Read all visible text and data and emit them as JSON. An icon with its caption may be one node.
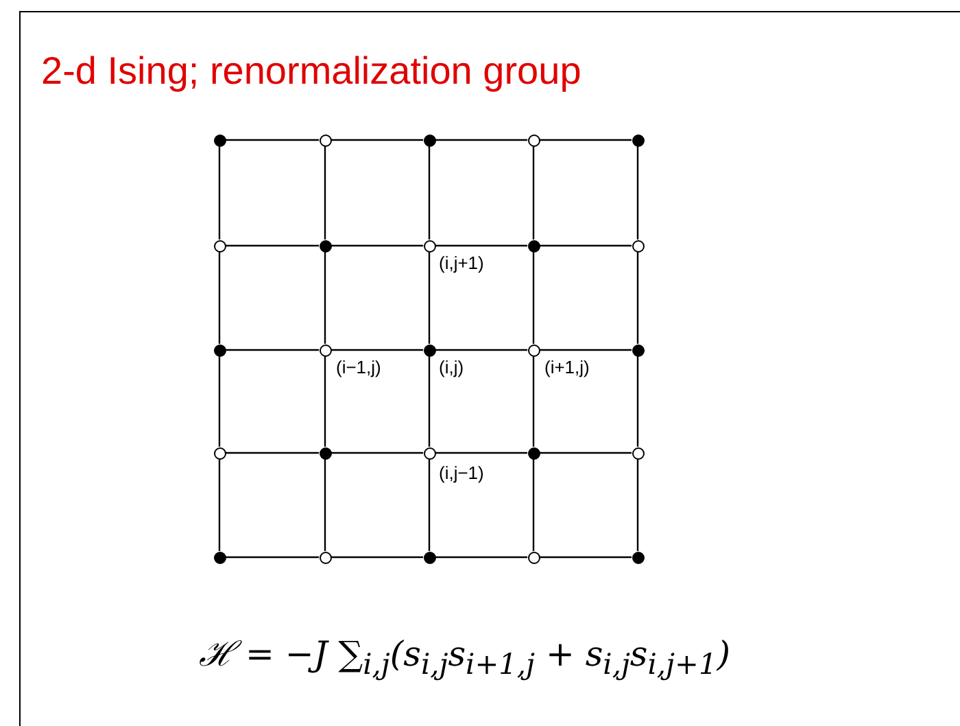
{
  "diagram": {
    "title": "2-d Ising; renormalization group",
    "nodes": [
      {
        "text": [],
        "shape": "circle"
      },
      {
        "text": [],
        "shape": "circle"
      },
      {
        "text": [],
        "shape": "circle"
      },
      {
        "text": [],
        "shape": "circle"
      },
      {
        "text": [],
        "shape": "circle"
      },
      {
        "text": [],
        "shape": "circle"
      },
      {
        "text": [],
        "shape": "circle"
      },
      {
        "text": [],
        "shape": "circle"
      },
      {
        "text": [],
        "shape": "circle"
      },
      {
        "text": [],
        "shape": "circle"
      },
      {
        "text": [],
        "shape": "circle"
      },
      {
        "text": [],
        "shape": "circle"
      },
      {
        "text": [],
        "shape": "circle"
      },
      {
        "text": [],
        "shape": "circle"
      },
      {
        "text": [],
        "shape": "circle"
      },
      {
        "text": [],
        "shape": "circle"
      },
      {
        "text": [],
        "shape": "circle"
      },
      {
        "text": [],
        "shape": "circle"
      },
      {
        "text": [],
        "shape": "circle"
      },
      {
        "text": [],
        "shape": "circle"
      },
      {
        "text": [],
        "shape": "circle"
      },
      {
        "text": [],
        "shape": "circle"
      },
      {
        "text": [],
        "shape": "circle"
      },
      {
        "text": [],
        "shape": "circle"
      },
      {
        "text": [],
        "shape": "circle"
      }
    ],
    "edges": [
      {
        "from": 0,
        "to": 1,
        "arrow": "none"
      },
      {
        "from": 1,
        "to": 2,
        "arrow": "none"
      },
      {
        "from": 2,
        "to": 3,
        "arrow": "none"
      },
      {
        "from": 3,
        "to": 4,
        "arrow": "none"
      },
      {
        "from": 5,
        "to": 6,
        "arrow": "none"
      },
      {
        "from": 6,
        "to": 7,
        "arrow": "none"
      },
      {
        "from": 7,
        "to": 8,
        "arrow": "none"
      },
      {
        "from": 8,
        "to": 9,
        "arrow": "none"
      },
      {
        "from": 10,
        "to": 11,
        "arrow": "none"
      },
      {
        "from": 11,
        "to": 12,
        "arrow": "none"
      },
      {
        "from": 12,
        "to": 13,
        "arrow": "none"
      },
      {
        "from": 13,
        "to": 14,
        "arrow": "none"
      },
      {
        "from": 15,
        "to": 16,
        "arrow": "none"
      },
      {
        "from": 16,
        "to": 17,
        "arrow": "none"
      },
      {
        "from": 17,
        "to": 18,
        "arrow": "none"
      },
      {
        "from": 18,
        "to": 19,
        "arrow": "none"
      },
      {
        "from": 20,
        "to": 21,
        "arrow": "none"
      },
      {
        "from": 21,
        "to": 22,
        "arrow": "none"
      },
      {
        "from": 22,
        "to": 23,
        "arrow": "none"
      },
      {
        "from": 23,
        "to": 24,
        "arrow": "none"
      },
      {
        "from": 0,
        "to": 5,
        "arrow": "none"
      },
      {
        "from": 5,
        "to": 10,
        "arrow": "none"
      },
      {
        "from": 10,
        "to": 15,
        "arrow": "none"
      },
      {
        "from": 15,
        "to": 20,
        "arrow": "none"
      },
      {
        "from": 1,
        "to": 6,
        "arrow": "none"
      },
      {
        "from": 6,
        "to": 11,
        "arrow": "none"
      },
      {
        "from": 11,
        "to": 16,
        "arrow": "none"
      },
      {
        "from": 16,
        "to": 21,
        "arrow": "none"
      },
      {
        "from": 2,
        "to": 7,
        "arrow": "none"
      },
      {
        "from": 7,
        "to": 12,
        "arrow": "none"
      },
      {
        "from": 12,
        "to": 17,
        "arrow": "none"
      },
      {
        "from": 17,
        "to": 22,
        "arrow": "none"
      },
      {
        "from": 3,
        "to": 8,
        "arrow": "none"
      },
      {
        "from": 8,
        "to": 13,
        "arrow": "none"
      },
      {
        "from": 13,
        "to": 18,
        "arrow": "none"
      },
      {
        "from": 18,
        "to": 23,
        "arrow": "none"
      },
      {
        "from": 4,
        "to": 9,
        "arrow": "none"
      },
      {
        "from": 9,
        "to": 14,
        "arrow": "none"
      },
      {
        "from": 14,
        "to": 19,
        "arrow": "none"
      },
      {
        "from": 19,
        "to": 24,
        "arrow": "none"
      }
    ],
    "labels": [
      "(i,j+1)",
      "(i−1,j)",
      "(i,j)",
      "(i+1,j)",
      "(i,j−1)",
      "ℋ = −J ∑$_{i,j}$(s$_{i,j}$s$_{i+1,j}$ + s$_{i,j}$s$_{i,j+1}$)"
    ]
  }
}
